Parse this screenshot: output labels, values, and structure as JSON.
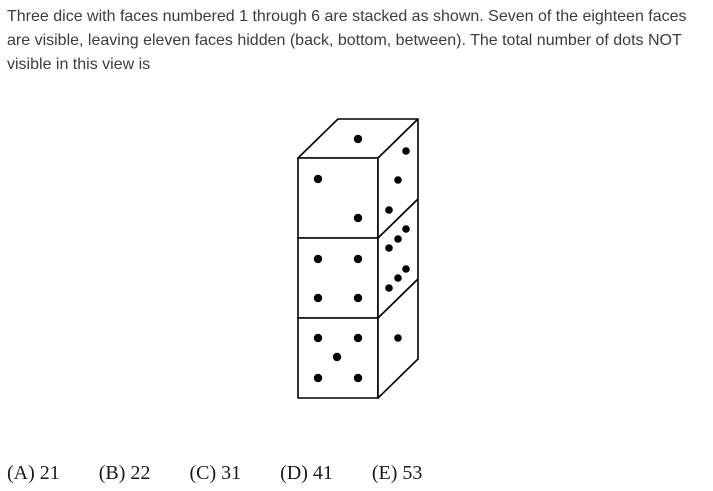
{
  "question": {
    "text": "Three dice with faces numbered 1 through 6 are stacked as shown. Seven of the eighteen faces are visible, leaving eleven faces hidden (back, bottom, between). The total number of dots NOT visible in this view is"
  },
  "figure": {
    "description_icon": "stacked-dice-figure",
    "stroke_color": "#000000",
    "fill_color": "#ffffff"
  },
  "choices": [
    {
      "label": "(A) 21"
    },
    {
      "label": "(B) 22"
    },
    {
      "label": "(C) 31"
    },
    {
      "label": "(D) 41"
    },
    {
      "label": "(E) 53"
    }
  ]
}
